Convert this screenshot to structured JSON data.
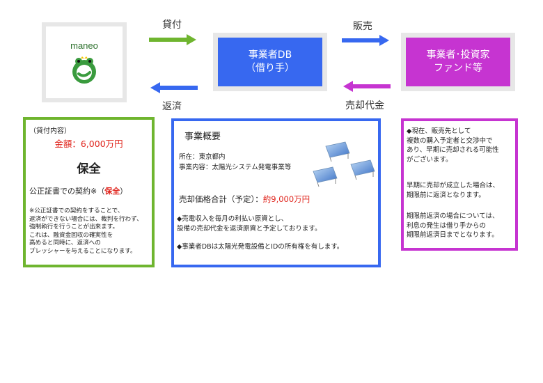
{
  "nodes": {
    "maneo": {
      "label": "maneo"
    },
    "borrower": {
      "line1": "事業者DB",
      "line2": "（借り手）"
    },
    "investor": {
      "line1": "事業者･投資家",
      "line2": "ファンド等"
    }
  },
  "arrows": {
    "loan": "貸付",
    "repay": "返済",
    "sale": "販売",
    "sale_proceeds": "売却代金"
  },
  "colors": {
    "green": "#6fb52f",
    "blue": "#3768f0",
    "purple": "#c634d1",
    "red": "#e0241c"
  },
  "loan_panel": {
    "heading": "（貸付内容）",
    "amount_label": "金額：",
    "amount_value": "6,000万円",
    "security_title": "保全",
    "contract_prefix": "公正証書での契約※（",
    "contract_highlight": "保全",
    "contract_suffix": "）",
    "notes": [
      "※公正証書での契約をすることで、",
      "返済ができない場合には、裁判を行わず、",
      "強制執行を行うことが出来ます。",
      "これは、融資金回収の確実性を",
      "高めると同時に、返済への",
      "プレッシャーを与えることになります。"
    ]
  },
  "business_panel": {
    "title": "事業概要",
    "location": "所在：東京都内",
    "content": "事業内容：太陽光システム発電事業等",
    "price_label": "売却価格合計（予定）：",
    "price_value": "約9,000万円",
    "bullets": [
      [
        "◆売電収入を毎月の利払い原資とし、",
        "設備の売却代金を返済原資と予定しております。"
      ],
      [
        "◆事業者DBは太陽光発電設備とIDの所有権を有します。"
      ]
    ]
  },
  "status_panel": {
    "para1": [
      "◆現在、販売先として",
      "複数の購入予定者と交渉中で",
      "あり、早期に売却される可能性",
      "がございます。"
    ],
    "para2": [
      "早期に売却が成立した場合は、",
      "期限前に返済となります。"
    ],
    "para3": [
      "期限前返済の場合については、",
      "利息の発生は借り手からの",
      "期限前返済日までとなります。"
    ]
  }
}
